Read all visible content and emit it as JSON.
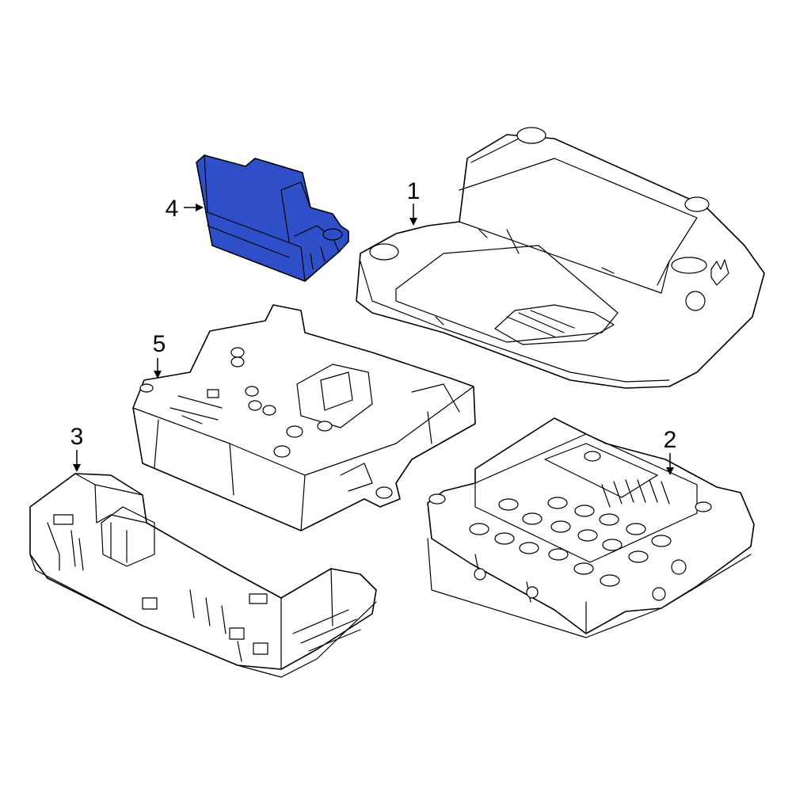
{
  "highlight_color": "#2f4fc9",
  "callouts": [
    {
      "id": "1",
      "label": "1"
    },
    {
      "id": "2",
      "label": "2"
    },
    {
      "id": "3",
      "label": "3"
    },
    {
      "id": "4",
      "label": "4"
    },
    {
      "id": "5",
      "label": "5"
    }
  ]
}
